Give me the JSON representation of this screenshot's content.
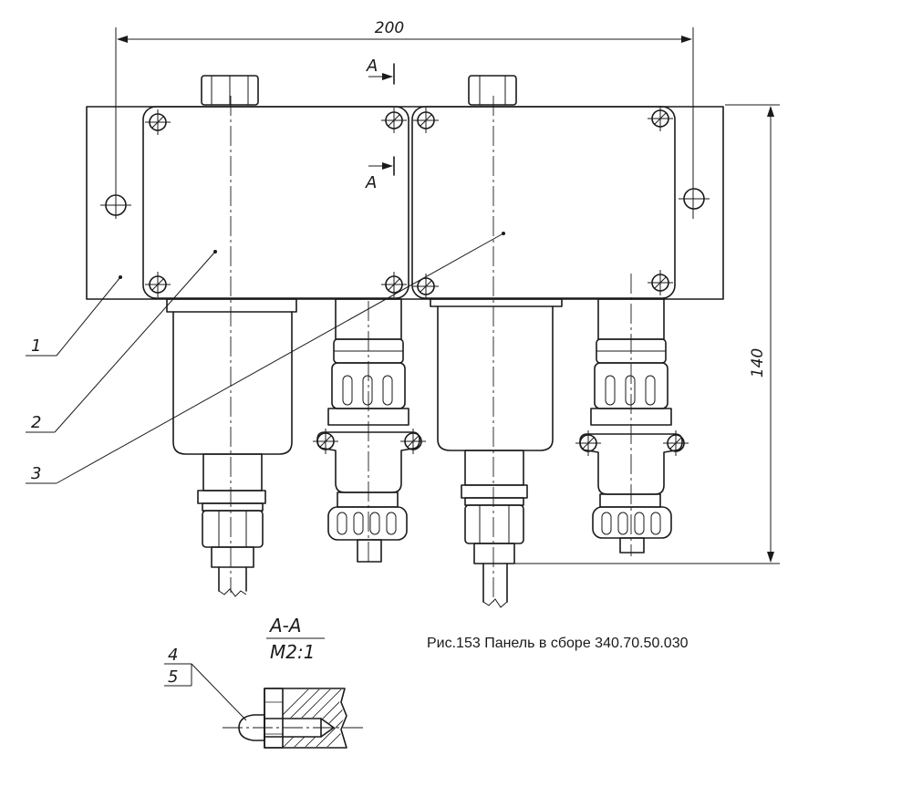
{
  "caption": "Рис.153 Панель в сборе 340.70.50.030",
  "dimensions": {
    "width": "200",
    "height": "140"
  },
  "section_marks": {
    "top": "A",
    "bottom": "A"
  },
  "section_view": {
    "title": "A-A",
    "scale": "M2:1"
  },
  "callouts": {
    "c1": "1",
    "c2": "2",
    "c3": "3",
    "c4": "4",
    "c5": "5"
  }
}
